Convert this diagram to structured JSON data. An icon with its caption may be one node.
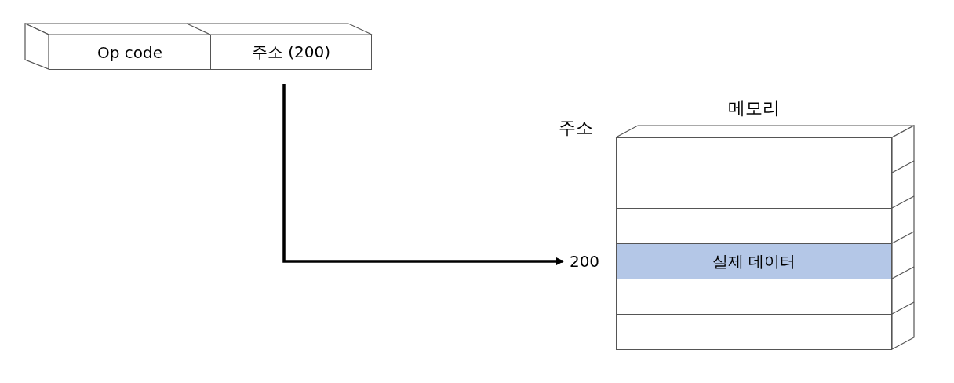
{
  "diagram": {
    "nodes": [
      {
        "text": [
          "Op code"
        ]
      },
      {
        "text": [
          "주소 (200)"
        ]
      },
      {
        "text": [
          "메모리"
        ]
      },
      {
        "text": [],
        "shape": "box",
        "in": 2
      },
      {
        "text": [],
        "shape": "box",
        "in": 2
      },
      {
        "text": [],
        "shape": "box",
        "in": 2
      },
      {
        "text": [
          "실제 데이터"
        ],
        "in": 2
      },
      {
        "text": [],
        "shape": "box",
        "in": 2
      },
      {
        "text": [],
        "shape": "box",
        "in": 2
      },
      {
        "text": [
          "200"
        ]
      }
    ],
    "edges": [
      {
        "from": 1,
        "to": 9,
        "arrow": "to"
      }
    ],
    "labels": [
      "주소"
    ]
  }
}
